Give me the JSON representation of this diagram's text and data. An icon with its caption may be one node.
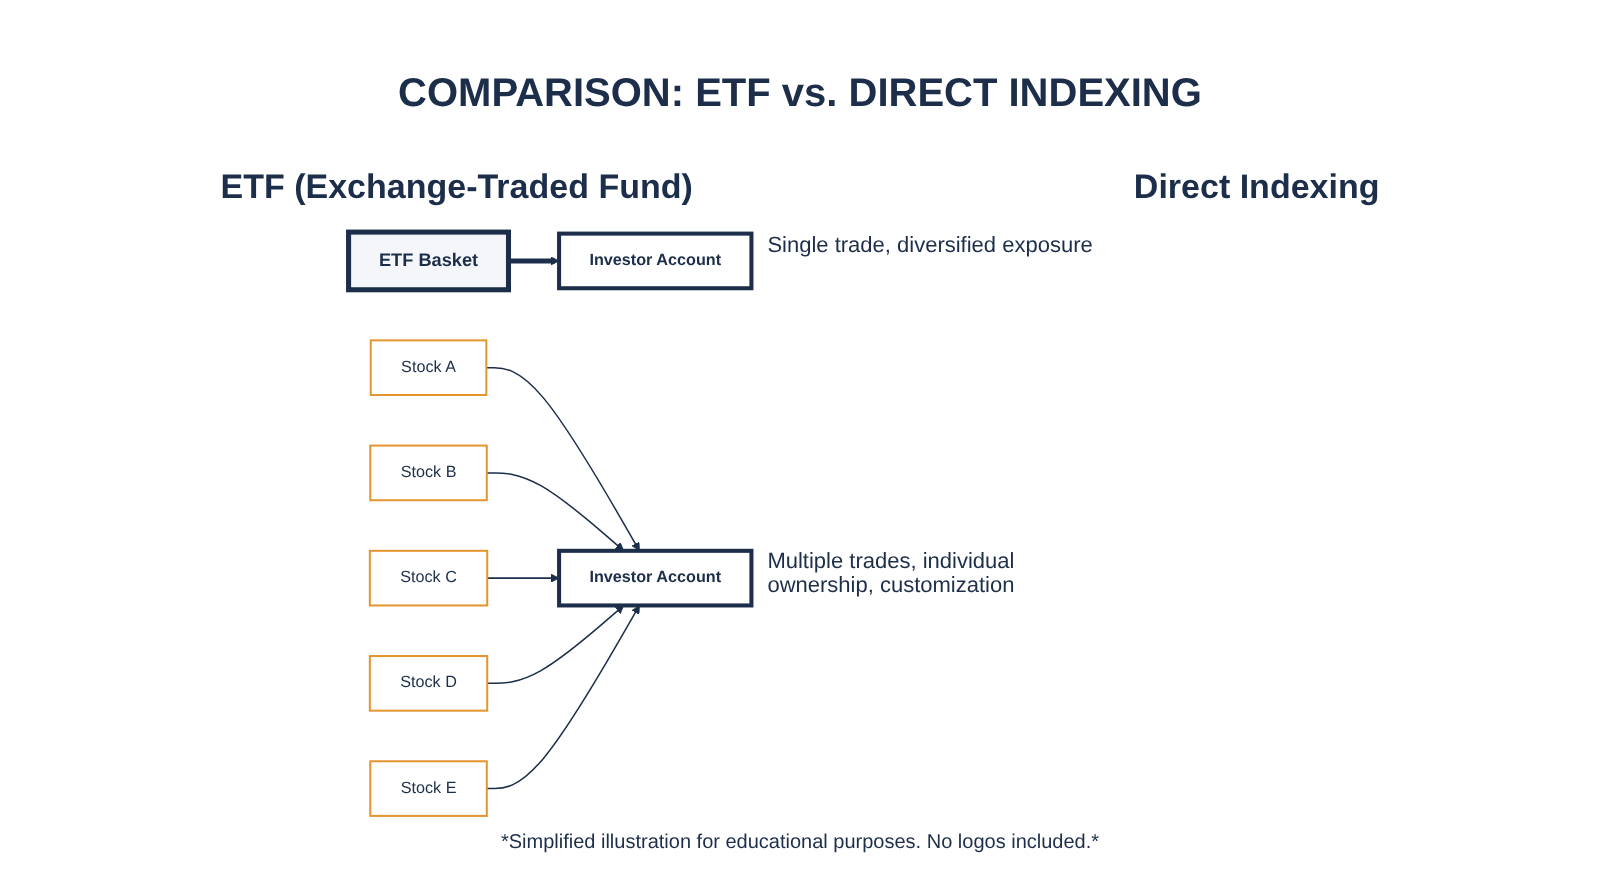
{
  "diagram": {
    "title": "COMPARISON: ETF vs. DIRECT INDEXING",
    "caption": "*Simplified illustration for educational purposes. No logos included.*",
    "nodes": [
      {
        "text": [
          "ETF Basket"
        ]
      },
      {
        "text": [
          "Investor Account"
        ],
        "beside": [
          "Single trade, diversified exposure"
        ]
      },
      {
        "text": [
          "Stock A"
        ]
      },
      {
        "text": [
          "Stock B"
        ]
      },
      {
        "text": [
          "Stock C"
        ]
      },
      {
        "text": [
          "Stock D"
        ]
      },
      {
        "text": [
          "Stock E"
        ]
      },
      {
        "text": [
          "Investor Account"
        ],
        "beside": [
          "Multiple trades, individual ownership, customization"
        ]
      }
    ],
    "edges": [
      {
        "from": 0,
        "to": 1,
        "arrow": "to",
        "style": "thick"
      },
      {
        "from": 2,
        "to": 7,
        "arrow": "to"
      },
      {
        "from": 3,
        "to": 7,
        "arrow": "to"
      },
      {
        "from": 4,
        "to": 7,
        "arrow": "to"
      },
      {
        "from": 5,
        "to": 7,
        "arrow": "to"
      },
      {
        "from": 6,
        "to": 7,
        "arrow": "to"
      }
    ],
    "labels": [
      "ETF (Exchange-Traded Fund)",
      "Direct Indexing"
    ]
  }
}
